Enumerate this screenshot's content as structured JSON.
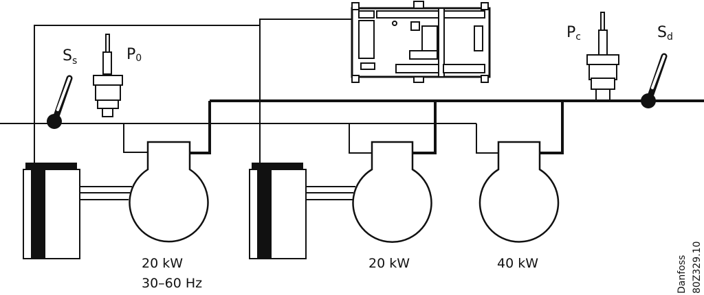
{
  "labels": {
    "suction_sensor": {
      "main": "S",
      "sub": "s"
    },
    "suction_pressure": {
      "main": "P",
      "sub": "0"
    },
    "condensing_pressure": {
      "main": "P",
      "sub": "c"
    },
    "discharge_sensor": {
      "main": "S",
      "sub": "d"
    }
  },
  "compressors": [
    {
      "capacity": "20 kW",
      "frequency": "30–60 Hz"
    },
    {
      "capacity": "20 kW"
    },
    {
      "capacity": "40 kW"
    }
  ],
  "footer": {
    "brand": "Danfoss",
    "code": "80Z329.10"
  },
  "colors": {
    "line": "#111111",
    "background": "#ffffff"
  }
}
